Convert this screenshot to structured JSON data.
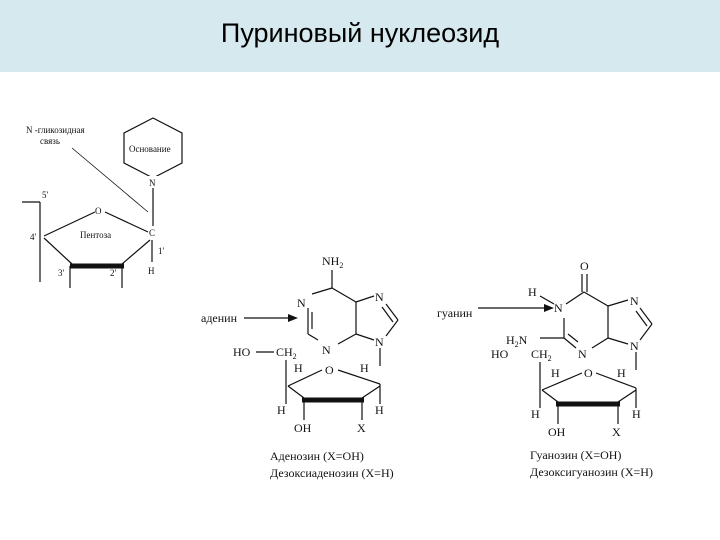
{
  "slide": {
    "title": "Пуриновый нуклеозид"
  },
  "generic": {
    "bond_label": "N -гликозидная",
    "bond_label_2": "связь",
    "base": "Основание",
    "N": "N",
    "O": "O",
    "C": "C",
    "pentose": "Пентоза",
    "H": "H",
    "p5": "5'",
    "p4": "4'",
    "p3": "3'",
    "p2": "2'",
    "p1": "1'"
  },
  "adenosine": {
    "pointer": "аденин",
    "nh2": "NH",
    "sub2": "2",
    "n1": "N",
    "n7": "N",
    "n3": "N",
    "n9": "N",
    "ho": "HO",
    "ch2": "CH",
    "ring_o": "O",
    "h4": "H",
    "h1": "H",
    "h3": "H",
    "h2": "H",
    "oh": "OH",
    "x": "X",
    "caption1": "Аденозин (X=OH)",
    "caption2": "Дезоксиаденозин (X=H)"
  },
  "guanosine": {
    "pointer": "гуанин",
    "o": "O",
    "h": "H",
    "n1": "N",
    "n7": "N",
    "h2n": "H",
    "n2sub": "N",
    "n3": "N",
    "n9": "N",
    "ho": "HO",
    "ch2": "CH",
    "ring_o": "O",
    "h4": "H",
    "h1": "H",
    "h3": "H",
    "h2": "H",
    "oh": "OH",
    "x": "X",
    "caption1": "Гуанозин (X=OH)",
    "caption2": "Дезоксигуанозин (X=H)"
  }
}
